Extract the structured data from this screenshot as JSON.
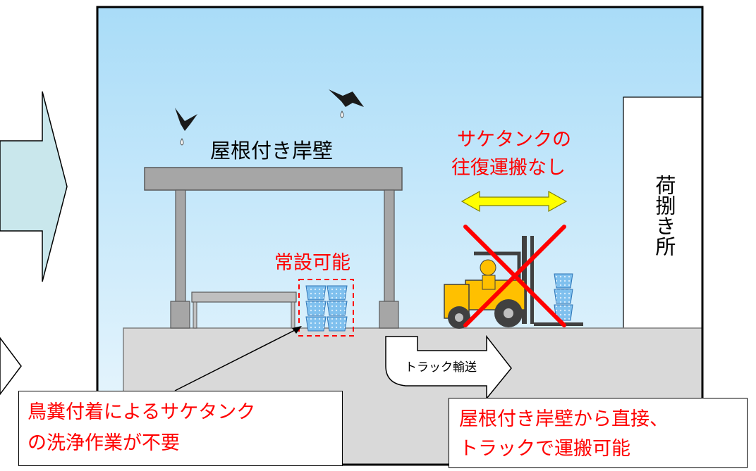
{
  "colors": {
    "sky_top": "#a9dcf8",
    "sky_bottom": "#eef8fd",
    "quay": "#d9d9d9",
    "roof": "#a6a6a6",
    "emphasis_red": "#ff0000",
    "arrow_yellow": "#ffff00",
    "forklift_yellow": "#ffc000",
    "left_arrow": "#c9e7ec",
    "tank_blue": "#8fc9f0"
  },
  "labels": {
    "roofed_quay": "屋根付き岸壁",
    "no_round_trip_line1": "サケタンクの",
    "no_round_trip_line2": "往復運搬なし",
    "permanent_install": "常設可能",
    "unloading_area": "荷捌き所",
    "truck_transport": "トラック輸送"
  },
  "callouts": {
    "left_line1": "鳥糞付着によるサケタンク",
    "left_line2": "の洗浄作業が不要",
    "right_line1": "屋根付き岸壁から直接、",
    "right_line2": "トラックで運搬可能"
  }
}
